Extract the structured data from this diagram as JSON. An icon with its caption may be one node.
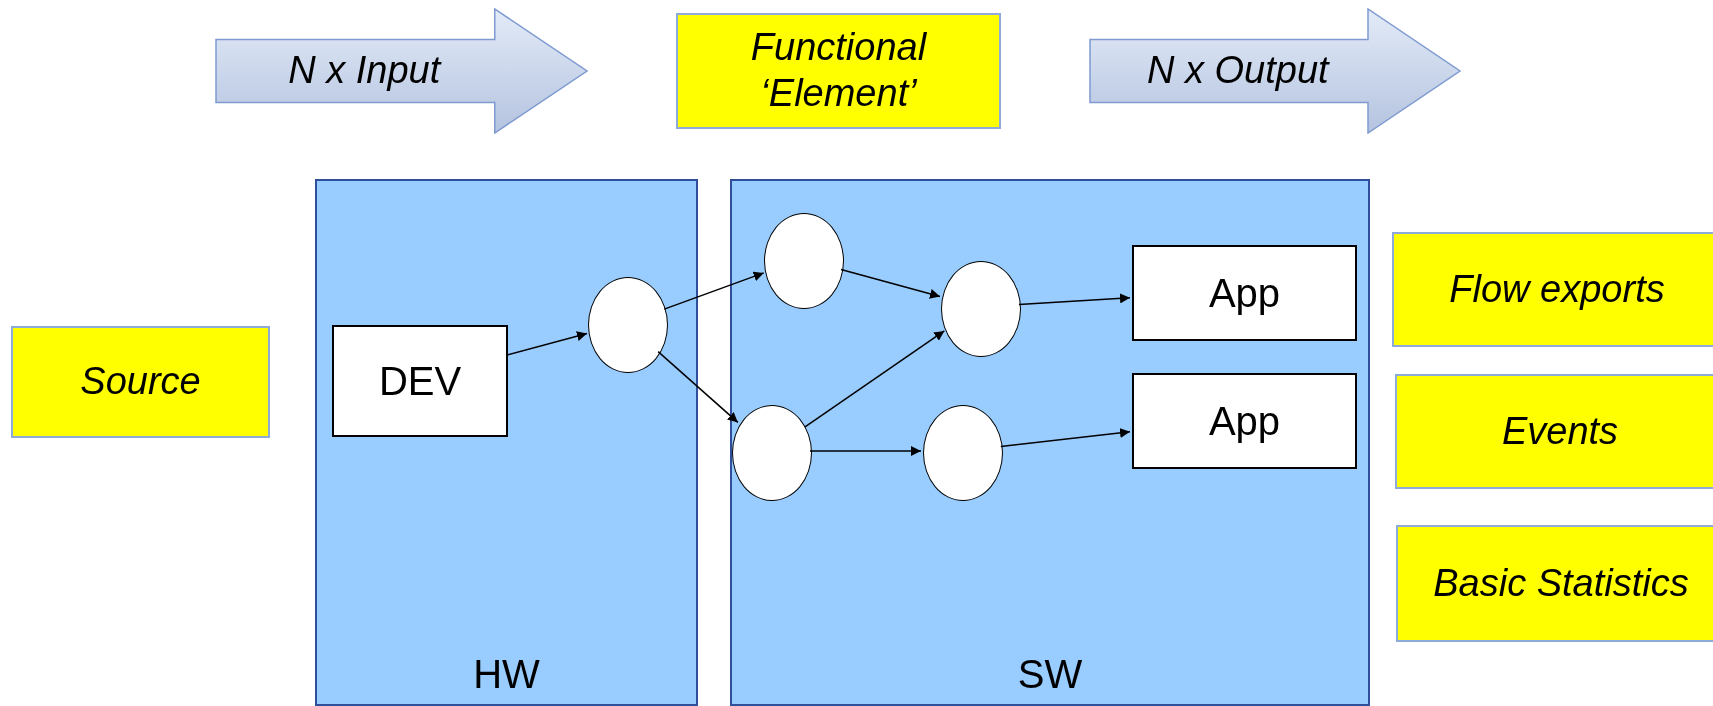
{
  "diagram": {
    "nodes": [
      {
        "text": [
          "N x Input"
        ]
      },
      {
        "text": [
          "Functional ‘Element’"
        ]
      },
      {
        "text": [
          "N x Output"
        ]
      },
      {
        "text": [
          "Source"
        ]
      },
      {
        "text": [
          "HW"
        ]
      },
      {
        "text": [
          "DEV"
        ],
        "in": 4
      },
      {
        "text": [],
        "shape": "circle",
        "in": 4
      },
      {
        "text": [
          "SW"
        ]
      },
      {
        "text": [],
        "shape": "circle",
        "in": 7
      },
      {
        "text": [],
        "shape": "circle",
        "in": 7
      },
      {
        "text": [
          "App"
        ],
        "in": 7
      },
      {
        "text": [],
        "shape": "circle",
        "in": 7
      },
      {
        "text": [],
        "shape": "circle",
        "in": 7
      },
      {
        "text": [
          "App"
        ],
        "in": 7
      },
      {
        "text": [
          "Flow exports"
        ]
      },
      {
        "text": [
          "Events"
        ]
      },
      {
        "text": [
          "Basic Statistics"
        ]
      }
    ],
    "edges": [
      {
        "from": 5,
        "to": 6,
        "arrow": "to"
      },
      {
        "from": 6,
        "to": 8,
        "arrow": "to"
      },
      {
        "from": 6,
        "to": 11,
        "arrow": "to"
      },
      {
        "from": 8,
        "to": 9,
        "arrow": "to"
      },
      {
        "from": 11,
        "to": 9,
        "arrow": "to"
      },
      {
        "from": 9,
        "to": 10,
        "arrow": "to"
      },
      {
        "from": 11,
        "to": 12,
        "arrow": "to"
      },
      {
        "from": 12,
        "to": 13,
        "arrow": "to"
      }
    ]
  }
}
